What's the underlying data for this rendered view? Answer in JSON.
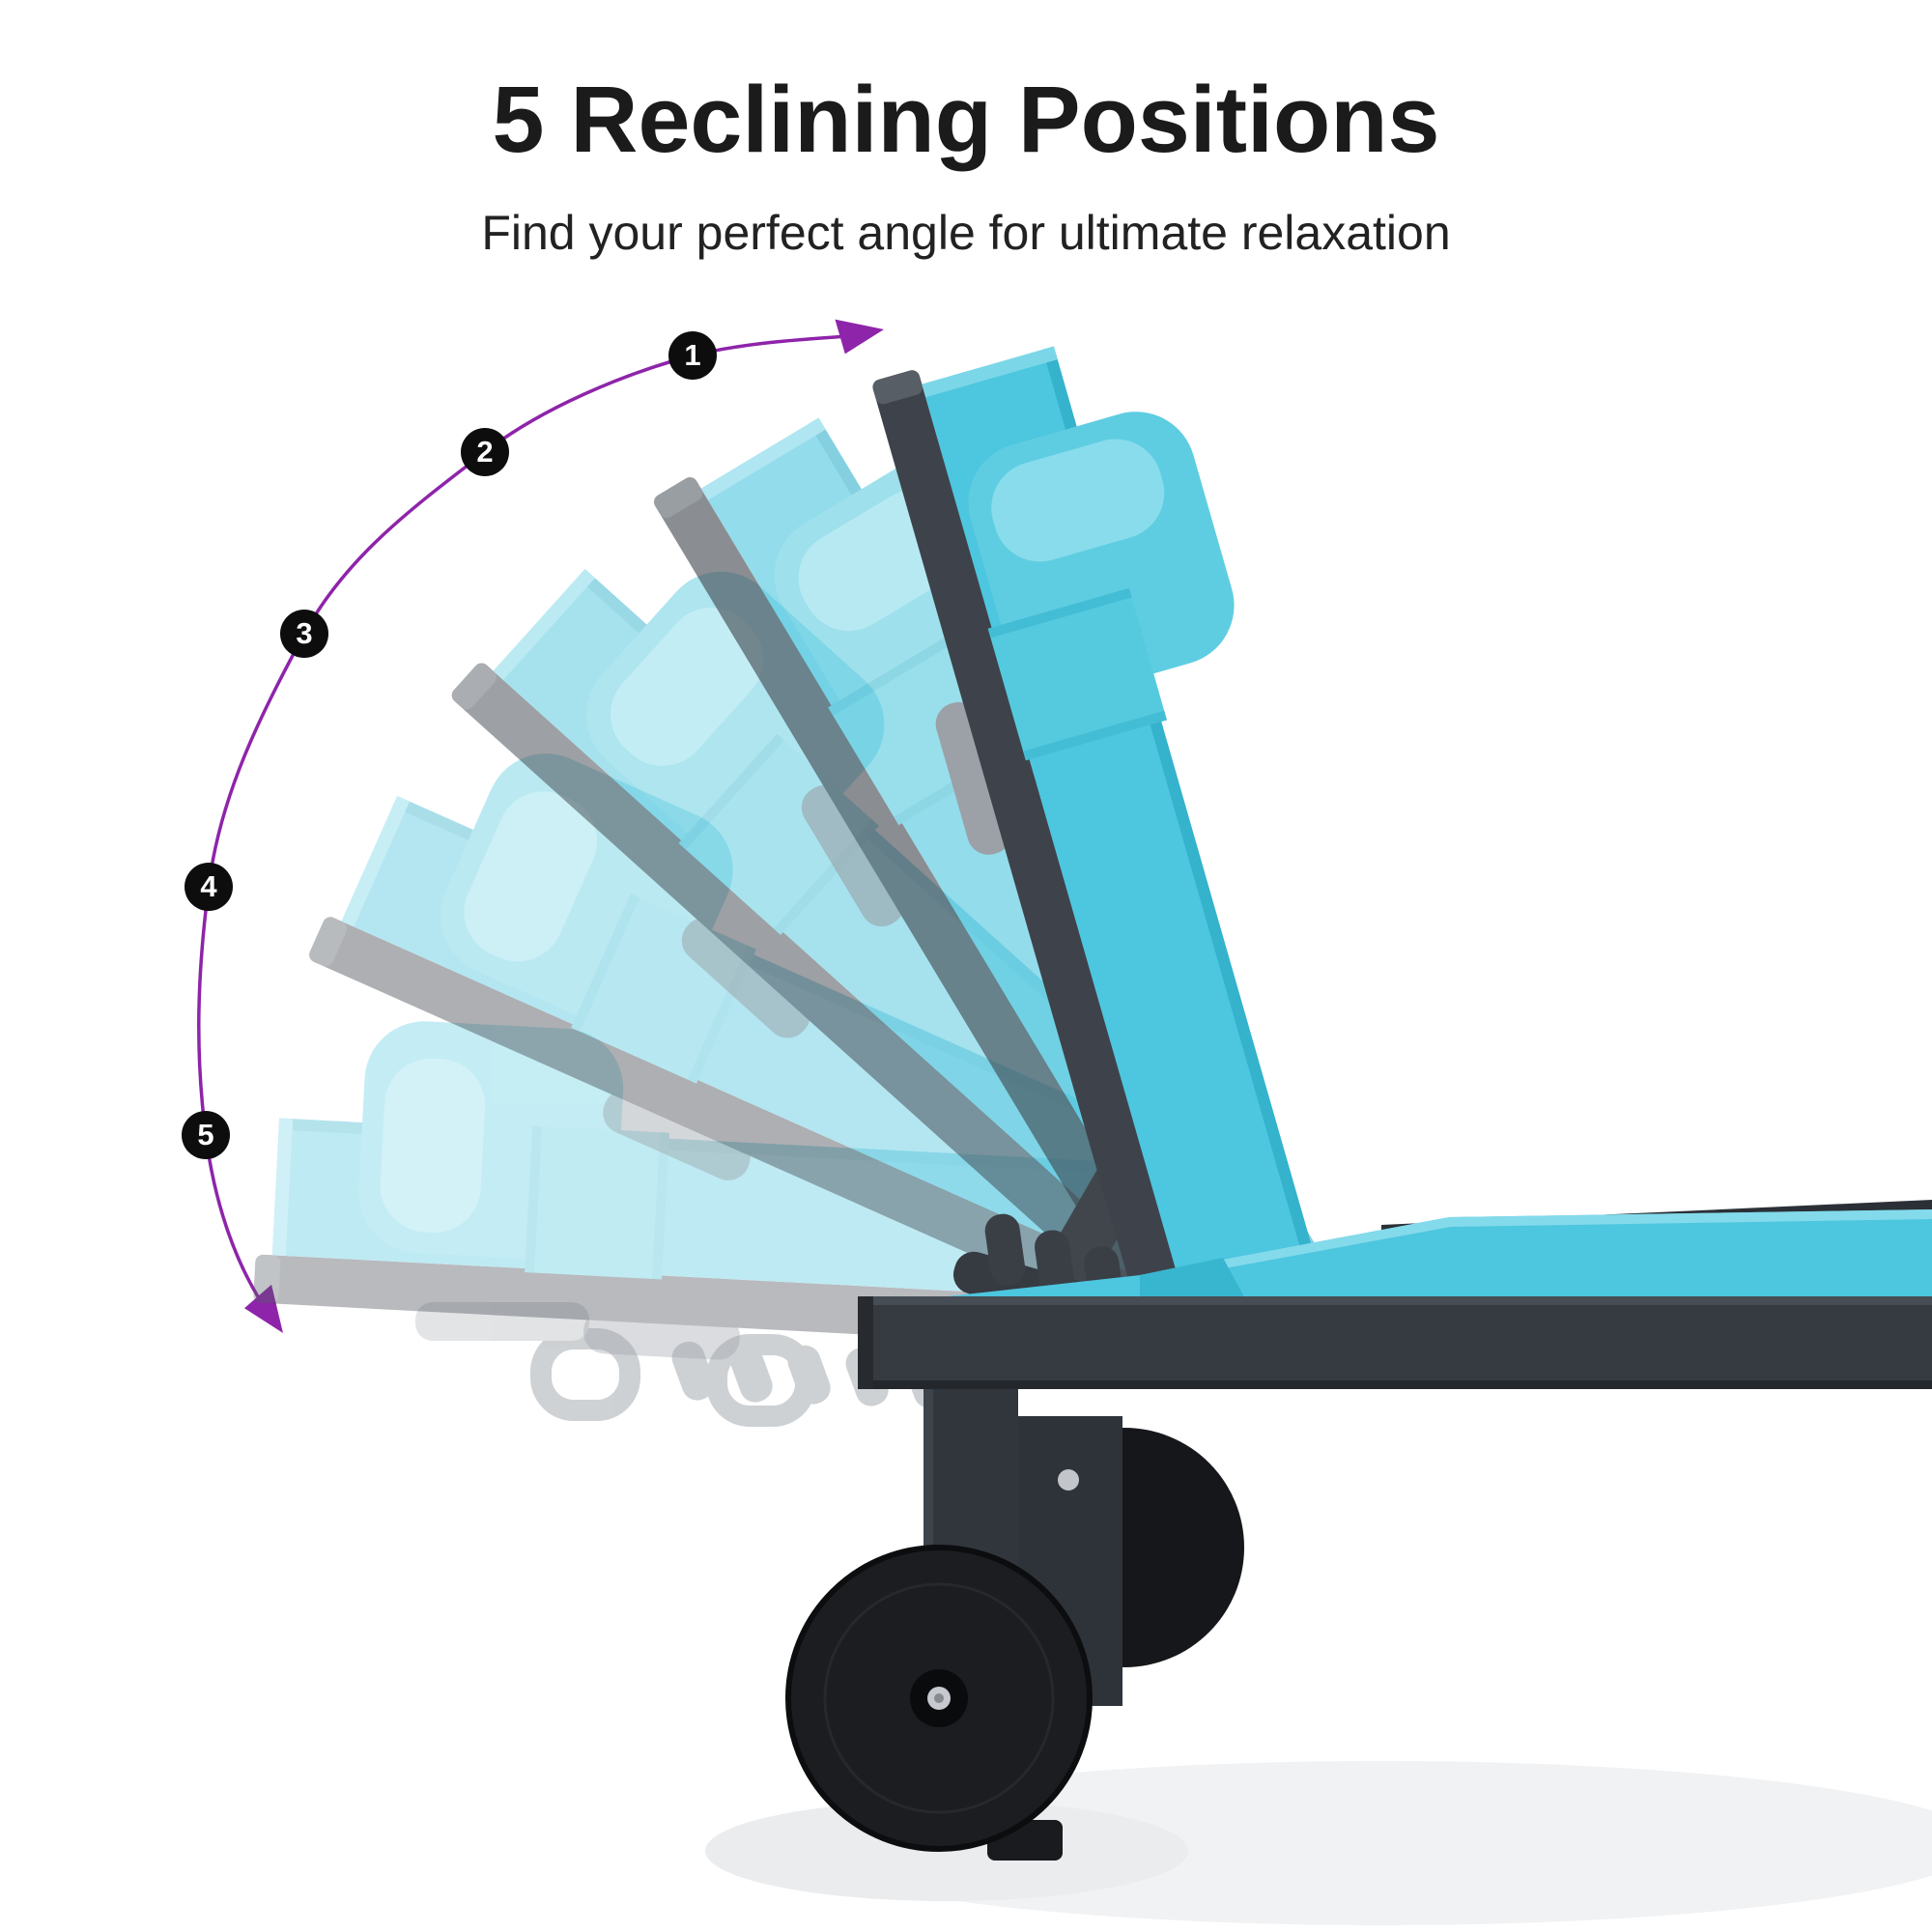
{
  "header": {
    "title": "5 Reclining Positions",
    "subtitle": "Find your perfect angle for ultimate relaxation"
  },
  "arc": {
    "badges": [
      {
        "label": "1"
      },
      {
        "label": "2"
      },
      {
        "label": "3"
      },
      {
        "label": "4"
      },
      {
        "label": "5"
      }
    ]
  },
  "illustration": {
    "positions_count": "5",
    "product": "chaise-lounge-recliner"
  },
  "colors": {
    "accent_purple": "#8E24AA",
    "badge_black": "#0D0D0D",
    "badge_text": "#FFFFFF",
    "fabric_teal": "#4DC6DF",
    "fabric_shade": "#35B2CC",
    "fabric_highlight": "#7BD7E8",
    "pillow_teal": "#5FCDE1",
    "pillow_highlight": "#8FDEED",
    "strap_teal": "#55CADF",
    "frame_gray": "#3E434B",
    "rail_gray": "#363B42",
    "leg_gray": "#31363D",
    "ghost_gray": "#8D939A",
    "wheel_black": "#1C1D20",
    "hub_silver": "#C6C9CD",
    "title_black": "#1B1B1B"
  }
}
